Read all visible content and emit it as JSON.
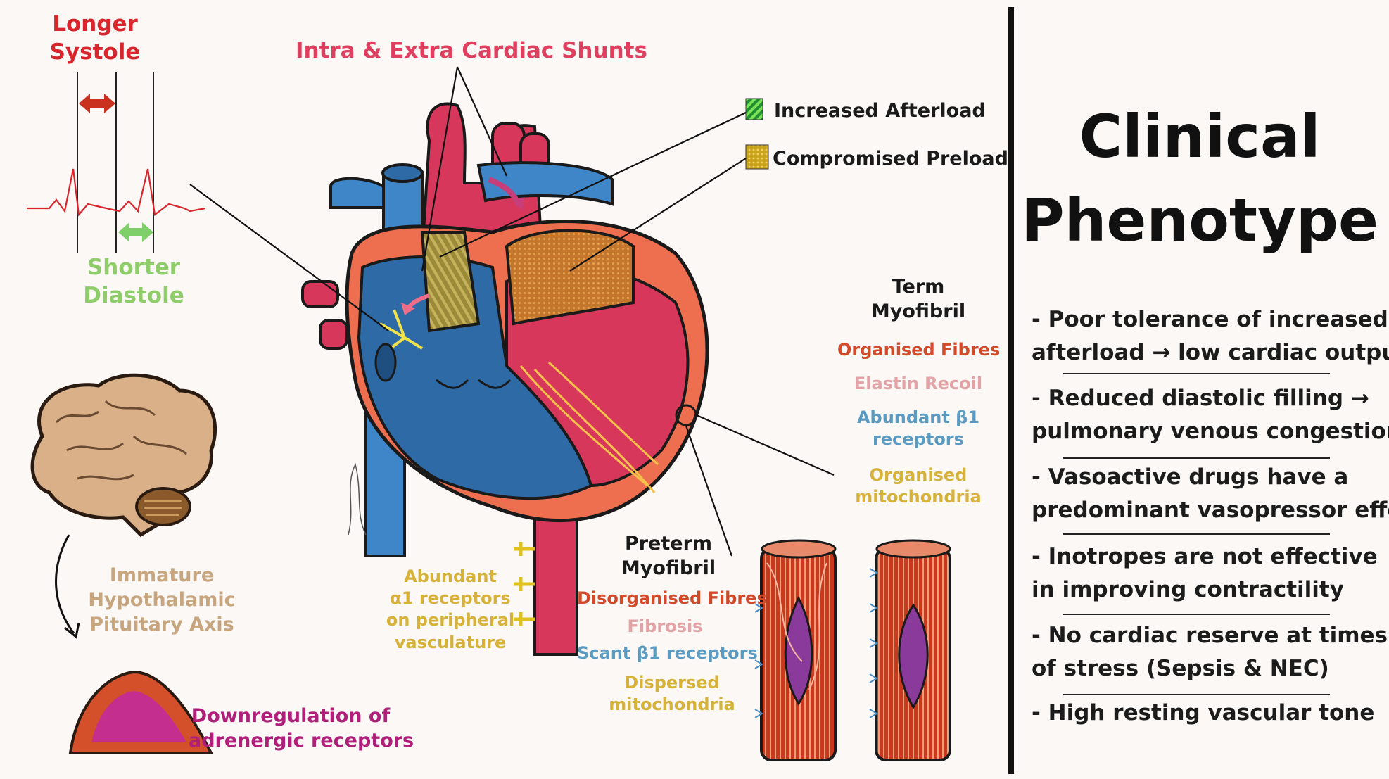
{
  "labels": {
    "longer_systole": [
      "Longer",
      "Systole"
    ],
    "shorter_diastole": [
      "Shorter",
      "Diastole"
    ],
    "shunts": "Intra & Extra Cardiac Shunts",
    "increased_afterload": "Increased Afterload",
    "compromised_preload": "Compromised Preload",
    "hpa_axis": [
      "Immature",
      "Hypothalamic",
      "Pituitary Axis"
    ],
    "downregulation": [
      "Downregulation of",
      "adrenergic receptors"
    ],
    "alpha_receptors": [
      "Abundant",
      "α1  receptors",
      "on peripheral",
      "vasculature"
    ]
  },
  "term_myofibril": {
    "title": [
      "Term",
      "Myofibril"
    ],
    "organised_fibres": "Organised Fibres",
    "elastin_recoil": "Elastin Recoil",
    "beta_receptors": [
      "Abundant β1",
      "receptors"
    ],
    "mitochondria": [
      "Organised",
      "mitochondria"
    ]
  },
  "preterm_myofibril": {
    "title": [
      "Preterm",
      "Myofibril"
    ],
    "fibres": "Disorganised Fibres",
    "fibrosis": "Fibrosis",
    "beta_receptors": "Scant β1 receptors",
    "mitochondria": [
      "Dispersed",
      "mitochondria"
    ]
  },
  "phenotype": {
    "title": [
      "Clinical",
      "Phenotype"
    ],
    "items": [
      [
        "- Poor tolerance of increased",
        "afterload → low cardiac output"
      ],
      [
        "- Reduced diastolic filling →",
        "pulmonary venous congestion"
      ],
      [
        "- Vasoactive drugs have a",
        "predominant vasopressor effect"
      ],
      [
        "- Inotropes are not effective",
        "in improving contractility"
      ],
      [
        " - No cardiac reserve at times",
        "of stress (Sepsis & NEC)"
      ],
      [
        "- High resting vascular tone"
      ]
    ]
  },
  "colors": {
    "red_label": "#d9262c",
    "green_label": "#8fcc6a",
    "pink_label": "#e0405f",
    "tan_label": "#c7a57e",
    "magenta_label": "#b0207a",
    "gold_label": "#d7b23a",
    "blue_label": "#5b9bc1",
    "rose_label": "#e3a3a6",
    "organised_red": "#d24a2a",
    "heart_blue": "#3f86c8",
    "heart_red": "#d8375c",
    "heart_orange": "#ee6f4f",
    "heart_dark_blue": "#2e6aa5"
  },
  "icons": [
    "brain-icon",
    "adrenal-gland-icon",
    "ecg-trace-icon",
    "heart-icon",
    "myofibril-icon"
  ]
}
